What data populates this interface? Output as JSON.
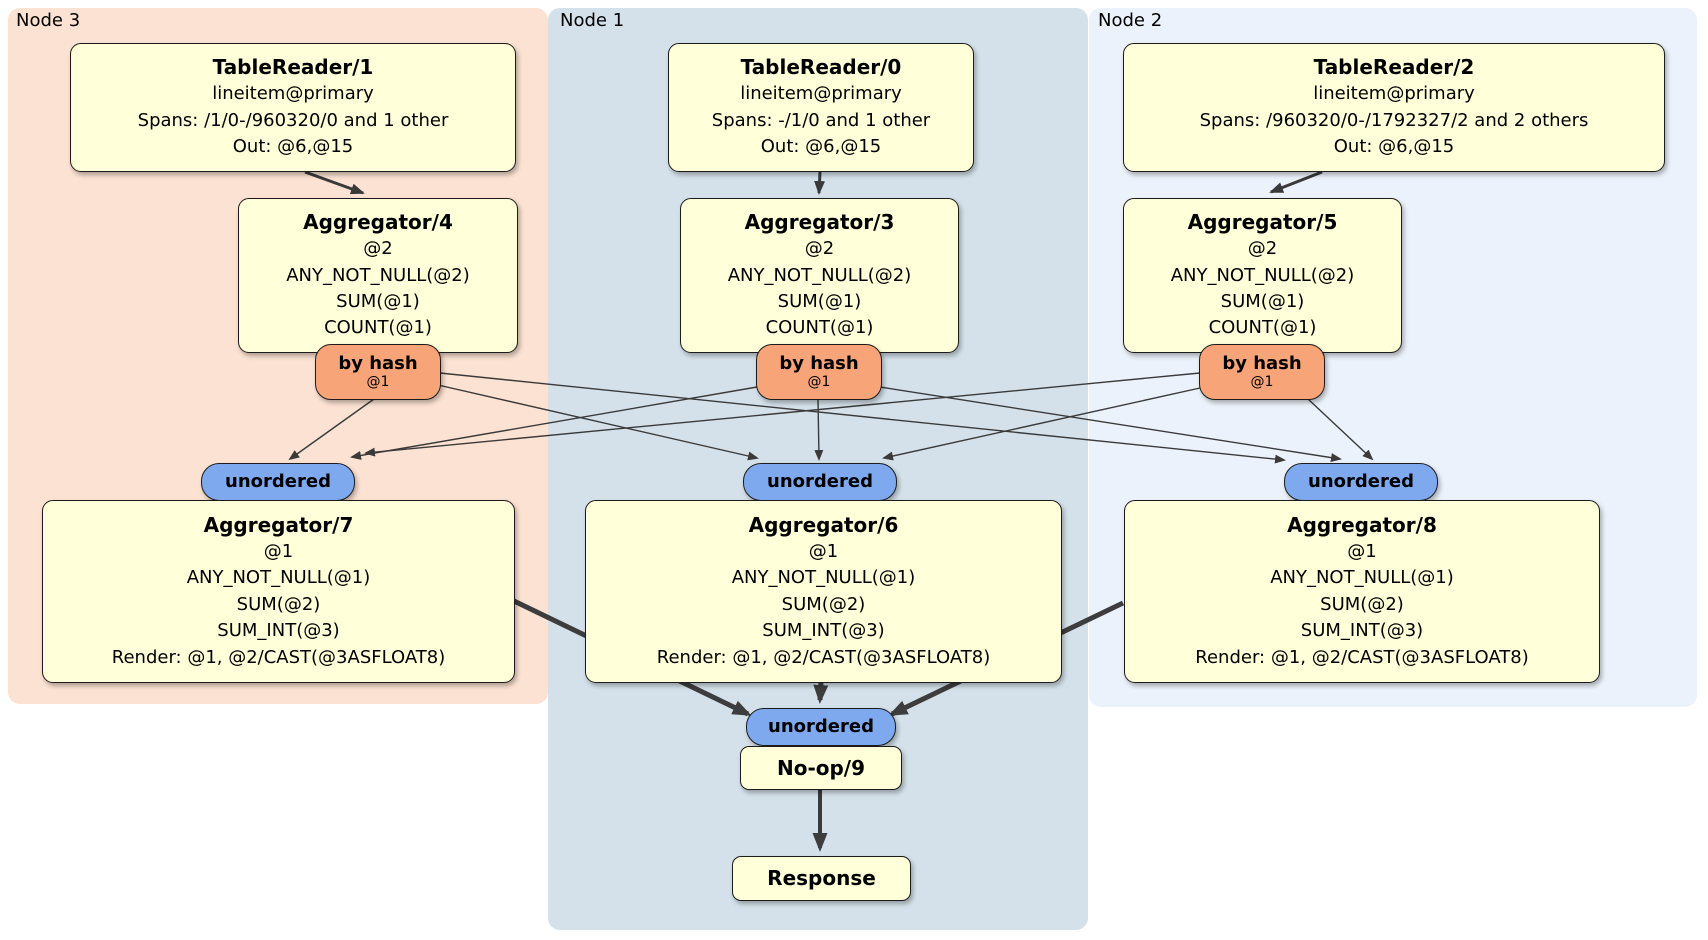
{
  "diagram_type": "distributed query plan",
  "colors": {
    "node3_bg": "#fce2d2",
    "node1_bg": "#d4e1ea",
    "node2_bg": "#ecf2fb",
    "box_fill": "#ffffd9",
    "router_fill": "#f6a478",
    "sync_fill": "#7fa9ee",
    "edge": "#3a3a3a"
  },
  "groups": [
    {
      "label": "Node 3",
      "table_reader": {
        "title": "TableReader/1",
        "lines": [
          "lineitem@primary",
          "Spans: /1/0-/960320/0 and 1 other",
          "Out: @6,@15"
        ]
      },
      "aggregator_top": {
        "title": "Aggregator/4",
        "lines": [
          "@2",
          "ANY_NOT_NULL(@2)",
          "SUM(@1)",
          "COUNT(@1)"
        ]
      },
      "router": {
        "label": "by hash",
        "detail": "@1"
      },
      "sync": {
        "label": "unordered"
      },
      "aggregator_bottom": {
        "title": "Aggregator/7",
        "lines": [
          "@1",
          "ANY_NOT_NULL(@1)",
          "SUM(@2)",
          "SUM_INT(@3)",
          "Render: @1, @2/CAST(@3ASFLOAT8)"
        ]
      }
    },
    {
      "label": "Node 1",
      "table_reader": {
        "title": "TableReader/0",
        "lines": [
          "lineitem@primary",
          "Spans: -/1/0 and 1 other",
          "Out: @6,@15"
        ]
      },
      "aggregator_top": {
        "title": "Aggregator/3",
        "lines": [
          "@2",
          "ANY_NOT_NULL(@2)",
          "SUM(@1)",
          "COUNT(@1)"
        ]
      },
      "router": {
        "label": "by hash",
        "detail": "@1"
      },
      "sync": {
        "label": "unordered"
      },
      "aggregator_bottom": {
        "title": "Aggregator/6",
        "lines": [
          "@1",
          "ANY_NOT_NULL(@1)",
          "SUM(@2)",
          "SUM_INT(@3)",
          "Render: @1, @2/CAST(@3ASFLOAT8)"
        ]
      },
      "final_sync": {
        "label": "unordered"
      },
      "noop": {
        "title": "No-op/9"
      },
      "response": {
        "title": "Response"
      }
    },
    {
      "label": "Node 2",
      "table_reader": {
        "title": "TableReader/2",
        "lines": [
          "lineitem@primary",
          "Spans: /960320/0-/1792327/2 and 2 others",
          "Out: @6,@15"
        ]
      },
      "aggregator_top": {
        "title": "Aggregator/5",
        "lines": [
          "@2",
          "ANY_NOT_NULL(@2)",
          "SUM(@1)",
          "COUNT(@1)"
        ]
      },
      "router": {
        "label": "by hash",
        "detail": "@1"
      },
      "sync": {
        "label": "unordered"
      },
      "aggregator_bottom": {
        "title": "Aggregator/8",
        "lines": [
          "@1",
          "ANY_NOT_NULL(@1)",
          "SUM(@2)",
          "SUM_INT(@3)",
          "Render: @1, @2/CAST(@3ASFLOAT8)"
        ]
      }
    }
  ]
}
